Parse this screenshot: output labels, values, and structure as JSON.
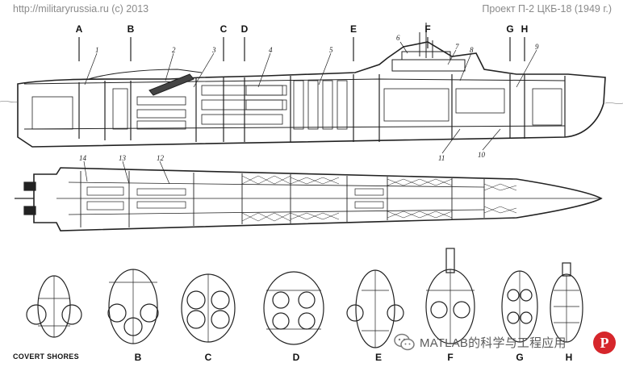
{
  "header": {
    "source_credit": "http://militaryrussia.ru (c) 2013",
    "project_title": "Проект П-2 ЦКБ-18 (1949 г.)"
  },
  "section_letters_top": [
    "A",
    "B",
    "C",
    "D",
    "E",
    "F",
    "G",
    "H"
  ],
  "callout_numbers": [
    "1",
    "2",
    "3",
    "4",
    "5",
    "6",
    "7",
    "8",
    "9",
    "10",
    "11",
    "12",
    "13",
    "14"
  ],
  "section_letters_bottom": [
    "B",
    "C",
    "D",
    "E",
    "F",
    "G",
    "H"
  ],
  "footer": {
    "credit": "COVERT SHORES",
    "watermark": "MATLAB的科学与工程应用",
    "watermark_icon": "wechat-icon",
    "pin_badge": "P"
  },
  "colors": {
    "line": "#222222",
    "header_text": "#8a8a8a",
    "pin_red": "#d6262b"
  }
}
